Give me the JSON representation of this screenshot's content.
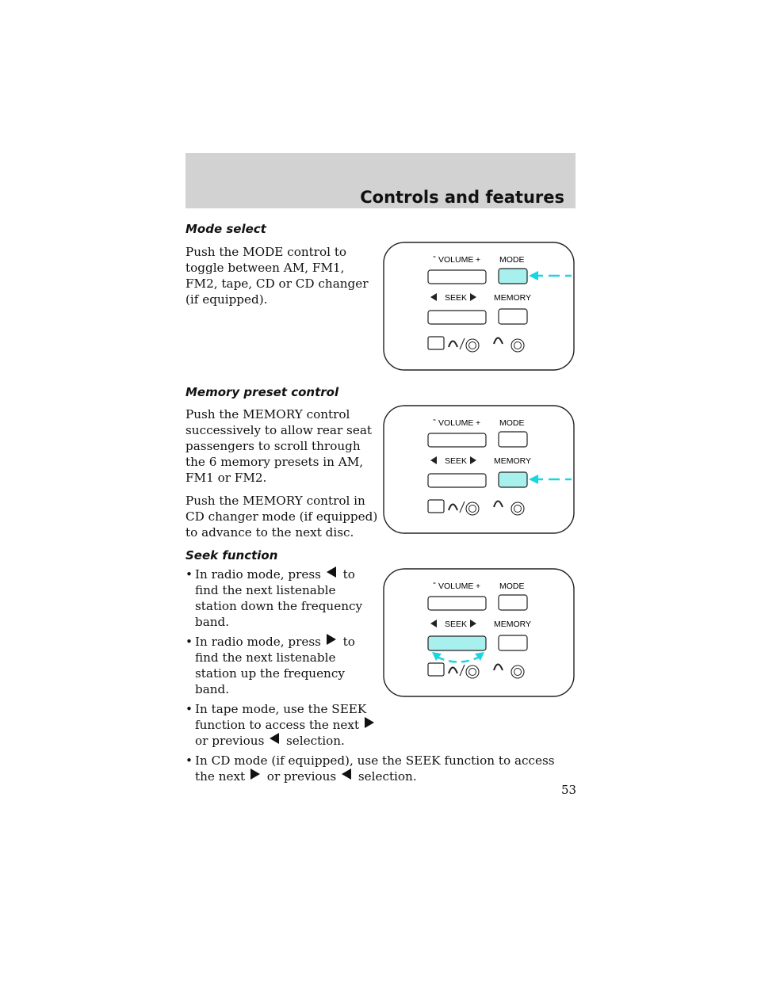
{
  "header": {
    "title": "Controls and features"
  },
  "panel_labels": {
    "volume_minus": "-",
    "volume": "VOLUME",
    "volume_plus": "+",
    "mode": "MODE",
    "seek": "SEEK",
    "memory": "MEMORY"
  },
  "sections": {
    "mode_select": {
      "heading": "Mode select",
      "paragraph": "Push the MODE control to toggle between AM, FM1, FM2, tape, CD or CD changer (if equipped)."
    },
    "memory_preset": {
      "heading": "Memory preset control",
      "paragraph1": "Push the MEMORY control successively to allow rear seat passengers to scroll through the 6 memory presets in AM, FM1 or FM2.",
      "paragraph2": "Push the MEMORY control in CD changer mode (if equipped) to advance to the next disc."
    },
    "seek_function": {
      "heading": "Seek function",
      "bullet_symbol": "•",
      "b1_a": "In radio mode, press",
      "b1_b": "to find the next listenable station down the frequency band.",
      "b2_a": "In radio mode, press",
      "b2_b": "to find the next listenable station up the frequency band.",
      "b3_a": "In tape mode, use the SEEK function to access the next",
      "b3_b": "or previous",
      "b3_c": "selection.",
      "b4_a": "In CD mode (if equipped), use the SEEK function to access the next",
      "b4_b": "or previous",
      "b4_c": "selection."
    }
  },
  "highlight_color": "#a8f0ee",
  "arrow_color": "#18d6e0",
  "page_number": "53"
}
